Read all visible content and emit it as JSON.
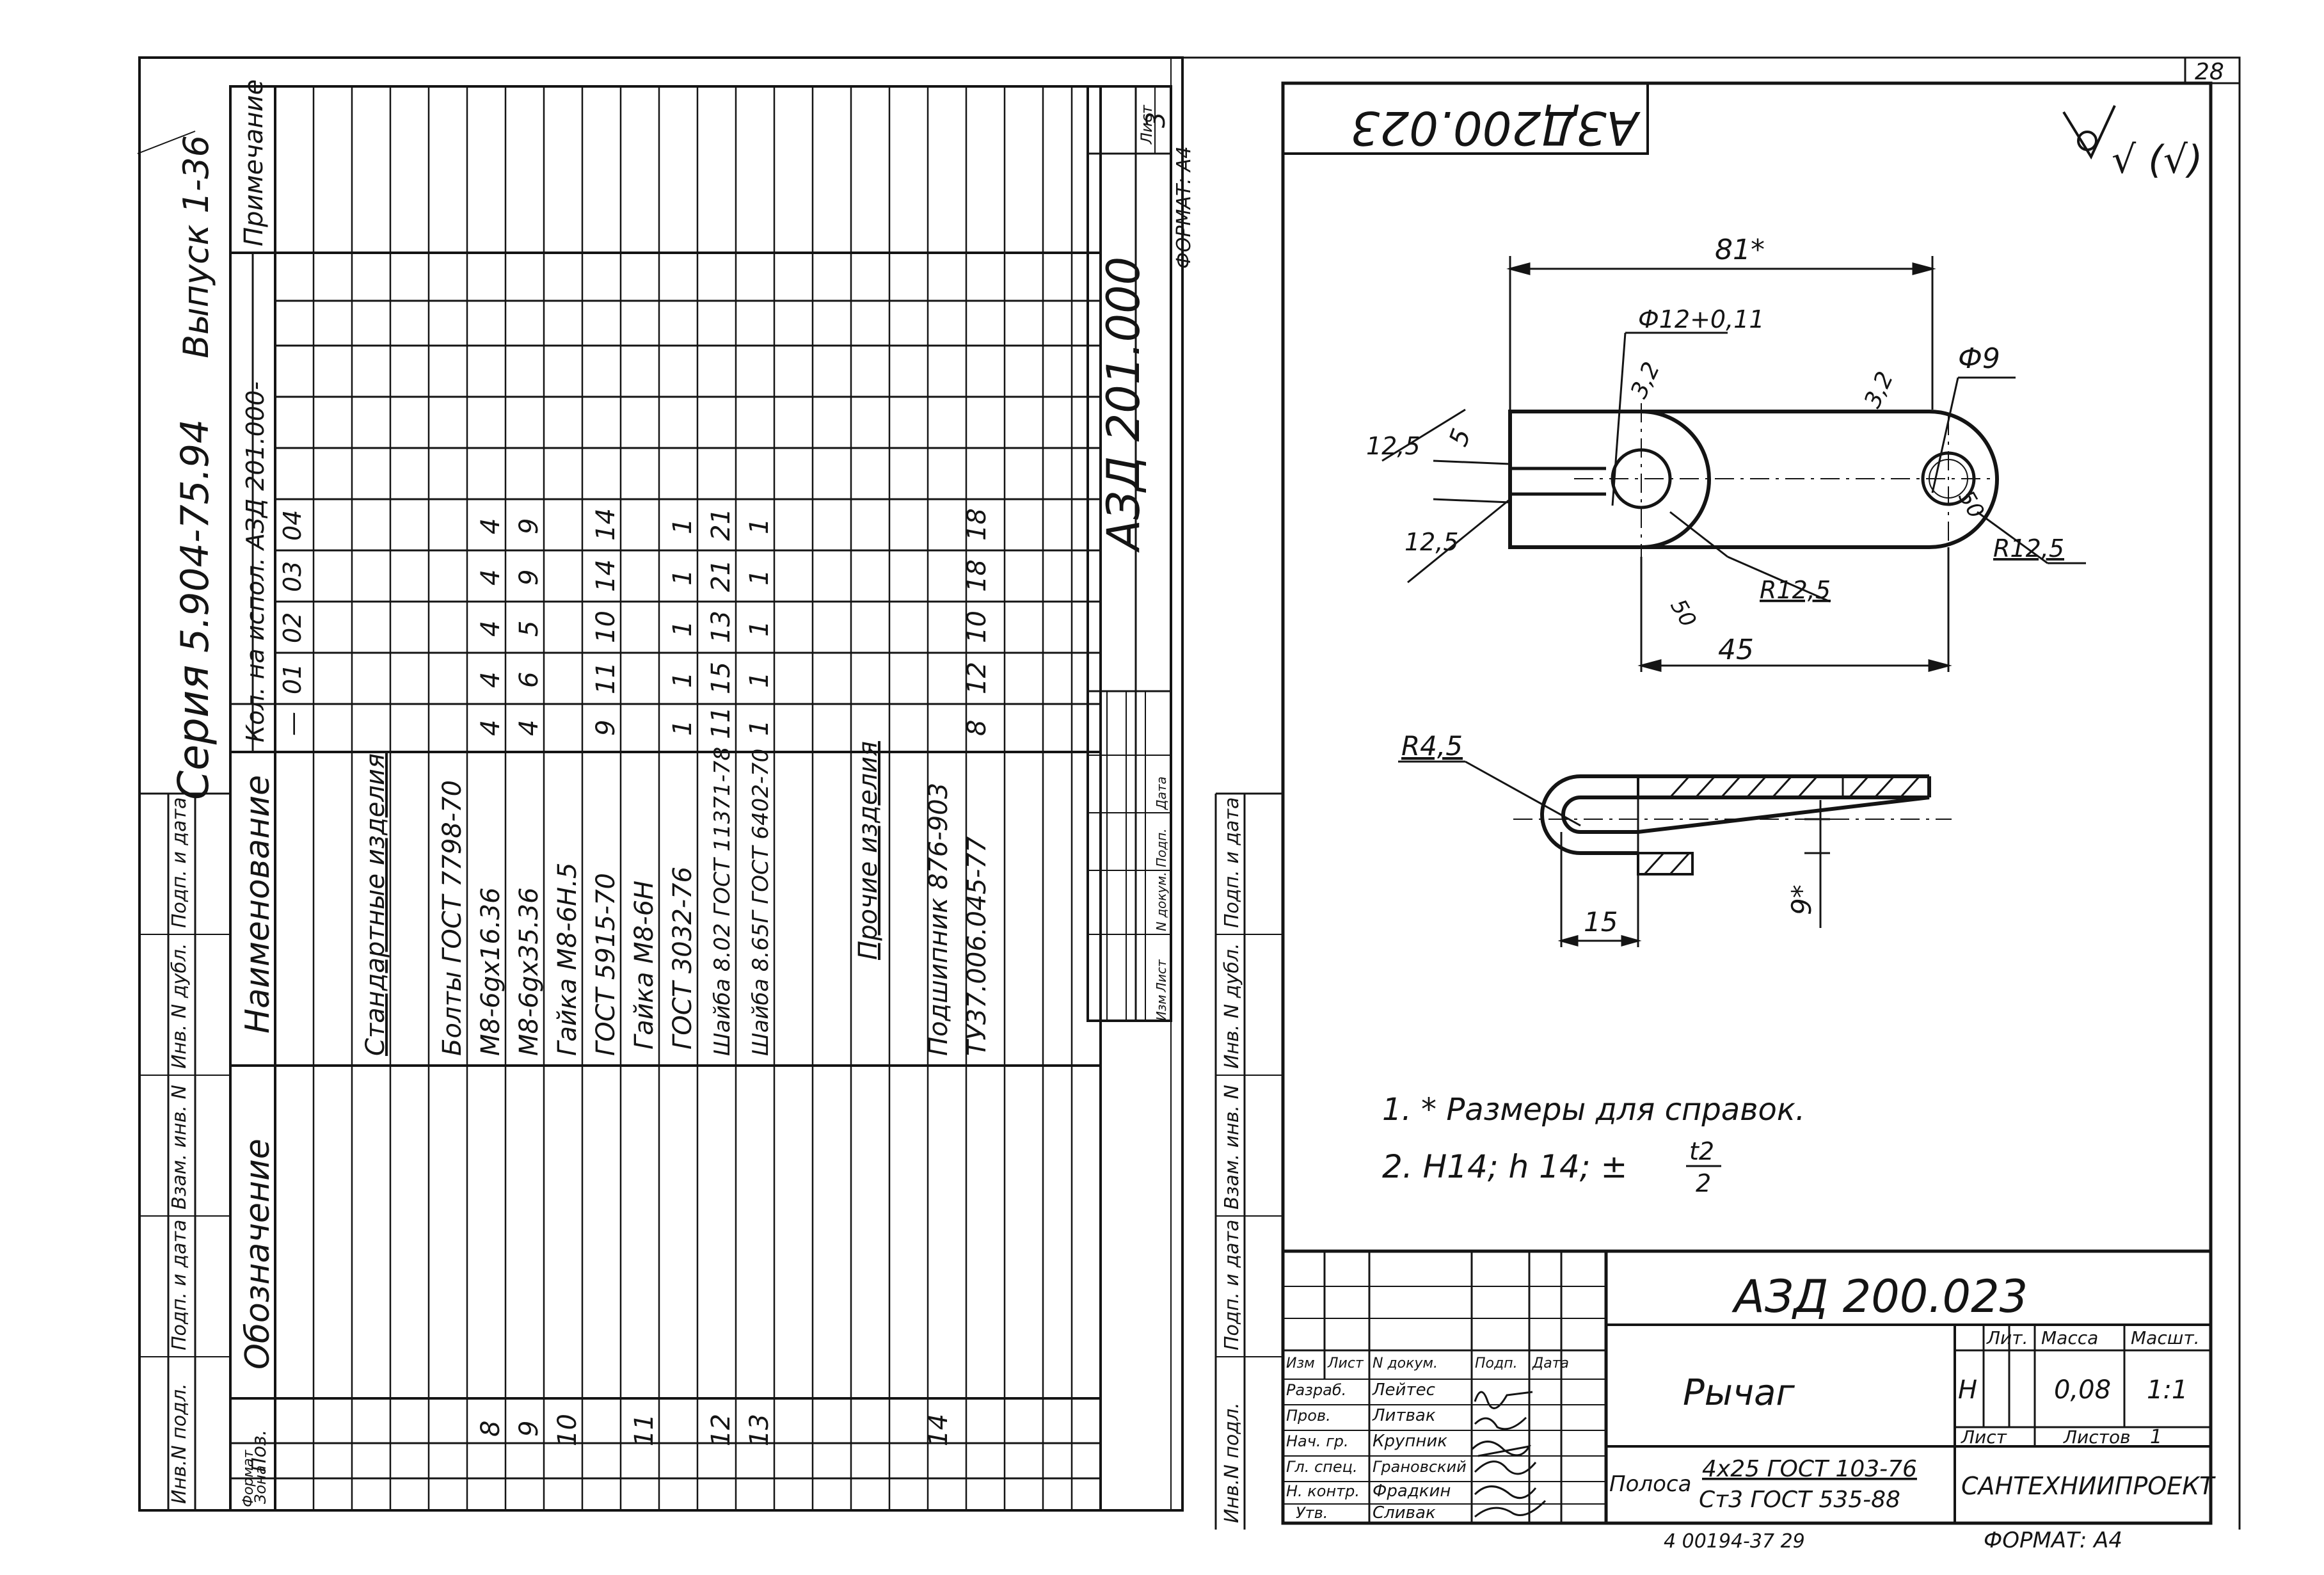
{
  "sheet_number": "28",
  "left_sheet": {
    "series_label": "Серия",
    "series_number": "5.904-75.94",
    "issue": "Выпуск 1-36",
    "sheet_label": "Лист",
    "sheet_value": "3",
    "format": "ФОРМАТ: А4",
    "document_code": "АЗД 201.000",
    "stamp_labels": [
      "Изм",
      "Лист",
      "N докум.",
      "Подп.",
      "Дата"
    ],
    "margin_labels": [
      "Инв.N подл.",
      "Подп. и дата",
      "Взам. инв. N",
      "Инв. N дубл.",
      "Подп. и дата"
    ],
    "spec_headers": {
      "format": "Формат",
      "zone": "Зона",
      "pos": "Поз.",
      "designation": "Обозначение",
      "name": "Наименование",
      "qty_group": "Кол. на испол. АЗД 201.000-",
      "qty_columns": [
        "—",
        "01",
        "02",
        "03",
        "04"
      ],
      "note": "Примечание"
    },
    "spec_rows": [
      {
        "pos": "",
        "name": "Стандартные изделия",
        "q": [
          "",
          "",
          "",
          "",
          ""
        ],
        "section": true
      },
      {
        "pos": "",
        "name": "Болты ГОСТ 7798-70",
        "q": [
          "",
          "",
          "",
          "",
          ""
        ]
      },
      {
        "pos": "8",
        "name": "М8-6gх16.36",
        "q": [
          "4",
          "4",
          "4",
          "4",
          "4"
        ]
      },
      {
        "pos": "9",
        "name": "М8-6gх35.36",
        "q": [
          "4",
          "6",
          "5",
          "9",
          "9"
        ]
      },
      {
        "pos": "10",
        "name": "Гайка М8-6Н.5",
        "q": [
          "",
          "",
          "",
          "",
          ""
        ]
      },
      {
        "pos": "",
        "name": "ГОСТ 5915-70",
        "q": [
          "9",
          "11",
          "10",
          "14",
          "14"
        ]
      },
      {
        "pos": "11",
        "name": "Гайка М8-6Н",
        "q": [
          "",
          "",
          "",
          "",
          ""
        ]
      },
      {
        "pos": "",
        "name": "ГОСТ 3032-76",
        "q": [
          "1",
          "1",
          "1",
          "1",
          "1"
        ]
      },
      {
        "pos": "12",
        "name": "Шайба 8.02 ГОСТ 11371-78",
        "q": [
          "11",
          "15",
          "13",
          "21",
          "21"
        ]
      },
      {
        "pos": "13",
        "name": "Шайба 8.65Г ГОСТ 6402-70",
        "q": [
          "1",
          "1",
          "1",
          "1",
          "1"
        ]
      },
      {
        "pos": "",
        "name": "",
        "q": [
          "",
          "",
          "",
          "",
          ""
        ]
      },
      {
        "pos": "",
        "name": "Прочие изделия",
        "q": [
          "",
          "",
          "",
          "",
          ""
        ],
        "section": true
      },
      {
        "pos": "",
        "name": "",
        "q": [
          "",
          "",
          "",
          "",
          ""
        ]
      },
      {
        "pos": "14",
        "name": "Подшипник 876-903",
        "q": [
          "",
          "",
          "",
          "",
          ""
        ]
      },
      {
        "pos": "",
        "name": "ТУ37.006.045-77",
        "q": [
          "8",
          "12",
          "10",
          "18",
          "18"
        ]
      }
    ]
  },
  "right_sheet": {
    "rotated_code": "АЗД200.023",
    "roughness": "√ (√)",
    "dimensions": {
      "length": "81*",
      "hole_large": "Ф12+0,11",
      "hole_small": "Ф9",
      "chamfer_left": "3,2",
      "chamfer_right": "3,2",
      "width_slot": "5",
      "offset_top": "12,5",
      "offset_bottom": "12,5",
      "radius_left": "R12,5",
      "radius_right": "R12,5",
      "angle_left": "50",
      "angle_right": "50",
      "center_distance": "45",
      "bend_radius": "R4,5",
      "bend_length": "15",
      "bend_height": "9*"
    },
    "notes": [
      "1. * Размеры для справок.",
      "2. Н14;  h 14;  ±"
    ],
    "tolerance_fraction": {
      "num": "t2",
      "den": "2"
    },
    "title_block": {
      "document_code": "АЗД 200.023",
      "part_name": "Рычаг",
      "material_prefix": "Полоса",
      "material_top": "4х25 ГОСТ 103-76",
      "material_bottom": "Ст3 ГОСТ 535-88",
      "organization": "САНТЕХНИИПРОЕКТ",
      "lit_label": "Лит.",
      "mass_label": "Масса",
      "scale_label": "Масшт.",
      "lit_value": "Н",
      "mass_value": "0,08",
      "scale_value": "1:1",
      "sheet_label": "Лист",
      "sheets_label": "Листов",
      "sheets_value": "1",
      "stamp_labels": [
        "Изм",
        "Лист",
        "N докум.",
        "Подп.",
        "Дата"
      ],
      "roles": [
        {
          "role": "Разраб.",
          "name": "Лейтес"
        },
        {
          "role": "Пров.",
          "name": "Литвак"
        },
        {
          "role": "Нач. гр.",
          "name": "Крупник"
        },
        {
          "role": "Гл. спец.",
          "name": "Грановский"
        },
        {
          "role": "Н. контр.",
          "name": "Фрадкин"
        },
        {
          "role": "Утв.",
          "name": "Сливак"
        }
      ]
    },
    "margin_labels": [
      "Инв.N подл.",
      "Подп. и дата",
      "Взам. инв. N",
      "Инв. N дубл.",
      "Подп. и дата"
    ],
    "format": "ФОРМАТ: А4",
    "footer_code": "4 00194-37   29"
  }
}
